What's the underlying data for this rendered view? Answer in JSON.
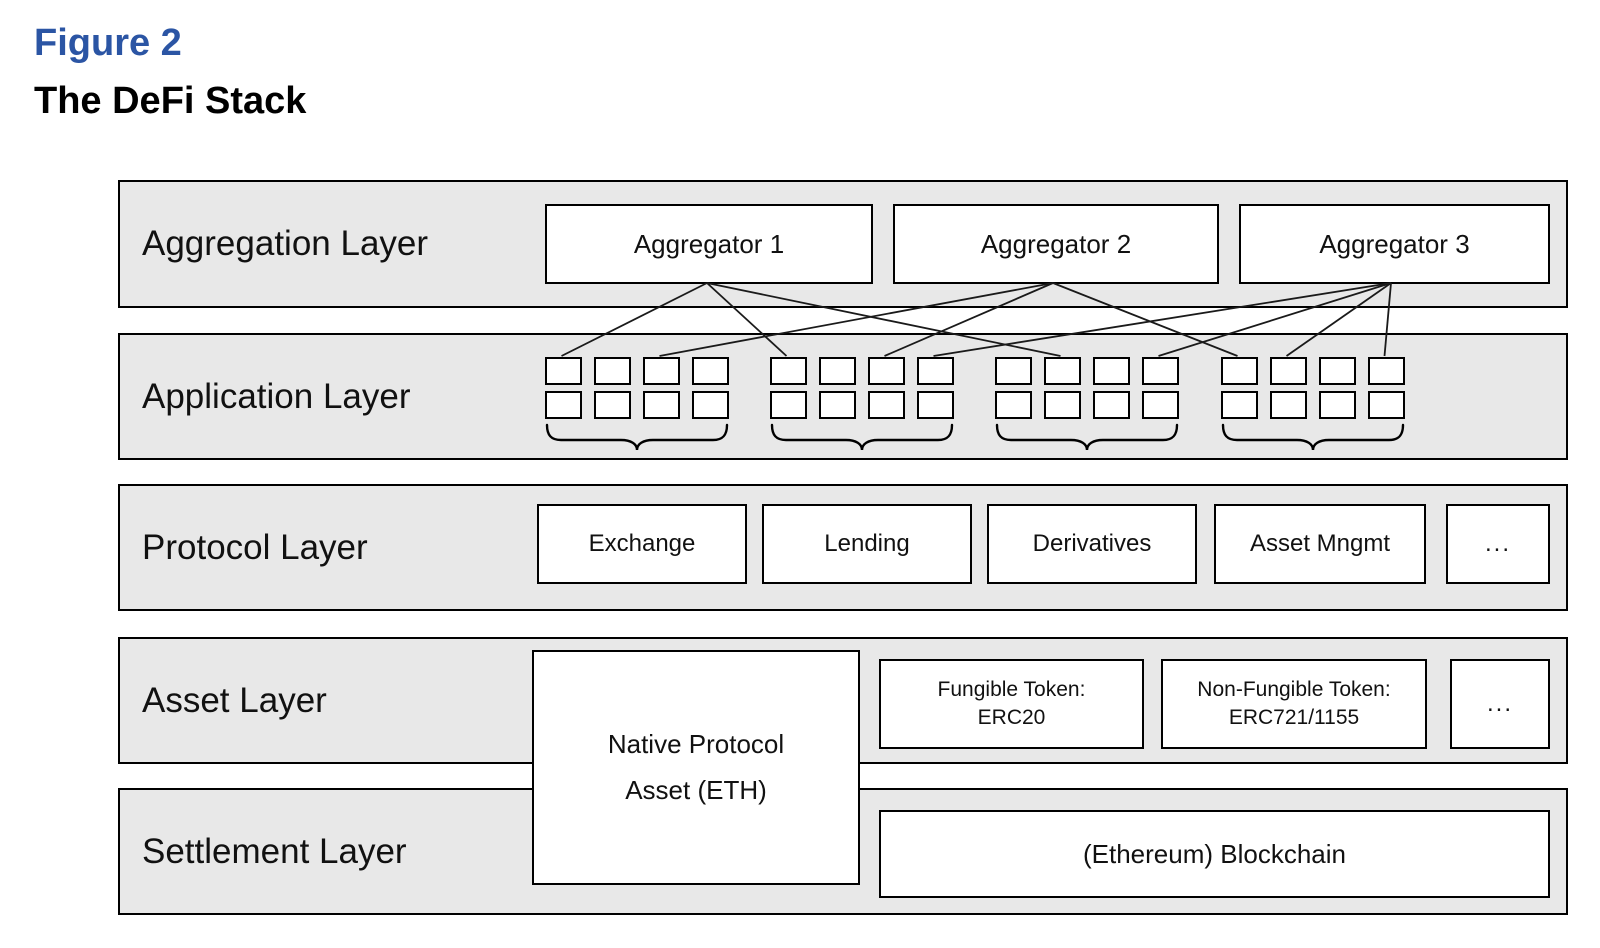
{
  "figure": {
    "label": "Figure 2",
    "title": "The DeFi Stack"
  },
  "colors": {
    "accent_blue": "#2b55a4",
    "band_fill": "#e8e8e8",
    "band_border": "#000000",
    "box_fill": "#ffffff",
    "box_border": "#000000",
    "connector": "#1a1a1a"
  },
  "layers": {
    "aggregation": {
      "label": "Aggregation Layer",
      "boxes": [
        {
          "label": "Aggregator 1"
        },
        {
          "label": "Aggregator 2"
        },
        {
          "label": "Aggregator 3"
        }
      ]
    },
    "application": {
      "label": "Application Layer",
      "group_count": 4,
      "group_rows": 2,
      "group_cols": 4
    },
    "protocol": {
      "label": "Protocol Layer",
      "boxes": [
        {
          "label": "Exchange"
        },
        {
          "label": "Lending"
        },
        {
          "label": "Derivatives"
        },
        {
          "label": "Asset Mngmt"
        },
        {
          "label": "..."
        }
      ]
    },
    "asset": {
      "label": "Asset Layer",
      "native_asset": {
        "line1": "Native Protocol",
        "line2": "Asset (ETH)"
      },
      "tokens": [
        {
          "line1": "Fungible Token:",
          "line2": "ERC20"
        },
        {
          "line1": "Non-Fungible Token:",
          "line2": "ERC721/1155"
        }
      ],
      "more_label": "..."
    },
    "settlement": {
      "label": "Settlement Layer",
      "blockchain_label": "(Ethereum) Blockchain"
    }
  },
  "connections": [
    {
      "from_aggregator": 1,
      "to_group": 1,
      "to_box": 1
    },
    {
      "from_aggregator": 1,
      "to_group": 2,
      "to_box": 1
    },
    {
      "from_aggregator": 1,
      "to_group": 3,
      "to_box": 2
    },
    {
      "from_aggregator": 2,
      "to_group": 1,
      "to_box": 3
    },
    {
      "from_aggregator": 2,
      "to_group": 2,
      "to_box": 3
    },
    {
      "from_aggregator": 2,
      "to_group": 4,
      "to_box": 1
    },
    {
      "from_aggregator": 3,
      "to_group": 2,
      "to_box": 4
    },
    {
      "from_aggregator": 3,
      "to_group": 3,
      "to_box": 4
    },
    {
      "from_aggregator": 3,
      "to_group": 4,
      "to_box": 2
    },
    {
      "from_aggregator": 3,
      "to_group": 4,
      "to_box": 4
    }
  ]
}
